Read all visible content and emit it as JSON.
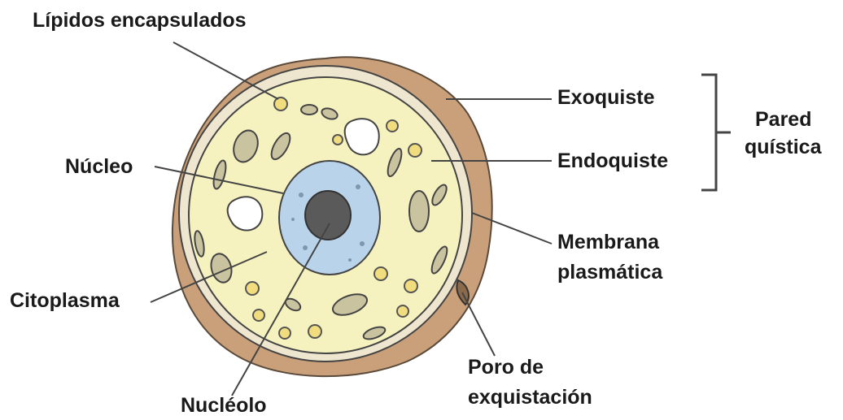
{
  "labels": {
    "lipidos": "Lípidos encapsulados",
    "nucleo": "Núcleo",
    "citoplasma": "Citoplasma",
    "nucleolo": "Nucléolo",
    "exoquiste": "Exoquiste",
    "endoquiste": "Endoquiste",
    "pared_line1": "Pared",
    "pared_line2": "quística",
    "membrana_line1": "Membrana",
    "membrana_line2": "plasmática",
    "poro_line1": "Poro de",
    "poro_line2": "exquistación"
  },
  "colors": {
    "cyst_wall": "#c9a07a",
    "cytoplasm": "#f6f2c0",
    "nucleus": "#b9d3ea",
    "nucleolus": "#5a5a5a",
    "outline": "#3a3a3a"
  }
}
